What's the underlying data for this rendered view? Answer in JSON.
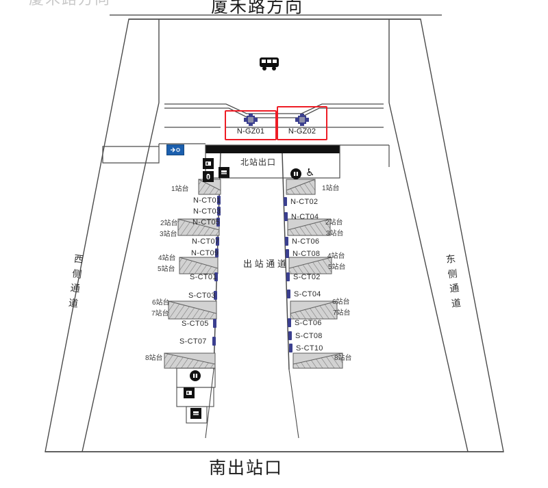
{
  "map": {
    "top_title": "厦禾路方向",
    "bottom_title": "南出站口",
    "ghost_top_text": "厦禾路方向",
    "north_exit_label": "北站出口",
    "center_corridor_label": "出站通道",
    "center_corridor_chars": [
      "出",
      "站",
      "通",
      "道"
    ],
    "west_corridor_label": "西侧通道",
    "west_corridor_chars": [
      "西",
      "侧",
      "通",
      "道"
    ],
    "east_corridor_label": "东侧通道",
    "east_corridor_chars": [
      "东",
      "侧",
      "通",
      "道"
    ]
  },
  "colors": {
    "highlight_box": "#ee1c25",
    "gate_marker": "#3b3f8f",
    "ct_marker": "#3b3f8f",
    "sign_blue": "#1b5fae",
    "platform_fill": "#d6d6d6",
    "outline": "#4a4a4a"
  },
  "highlighted_gates": [
    {
      "id": "N-GZ01",
      "icon": "gate-icon"
    },
    {
      "id": "N-GZ02",
      "icon": "gate-icon"
    }
  ],
  "west_column": {
    "ct_labels": [
      "N-CT01",
      "N-CT03",
      "N-CT05",
      "N-CT07",
      "N-CT09",
      "S-CT01",
      "S-CT03",
      "S-CT05",
      "S-CT07"
    ],
    "platform_labels": [
      "1站台",
      "2站台",
      "3站台",
      "4站台",
      "5站台",
      "6站台",
      "7站台",
      "8站台"
    ]
  },
  "east_column": {
    "ct_labels": [
      "N-CT02",
      "N-CT04",
      "N-CT06",
      "N-CT08",
      "S-CT02",
      "S-CT04",
      "S-CT06",
      "S-CT08",
      "S-CT10"
    ],
    "platform_labels": [
      "1站台",
      "2站台",
      "3站台",
      "4站台",
      "5站台",
      "6站台",
      "7站台",
      "8站台"
    ]
  },
  "icons": {
    "bus": "bus-icon",
    "elevator": "elevator-icon",
    "accessible": "wheelchair-icon",
    "info_board": "info-board-icon",
    "ticket_machine": "ticket-machine-icon",
    "stair": "stair-icon",
    "sign": "direction-sign-icon"
  }
}
